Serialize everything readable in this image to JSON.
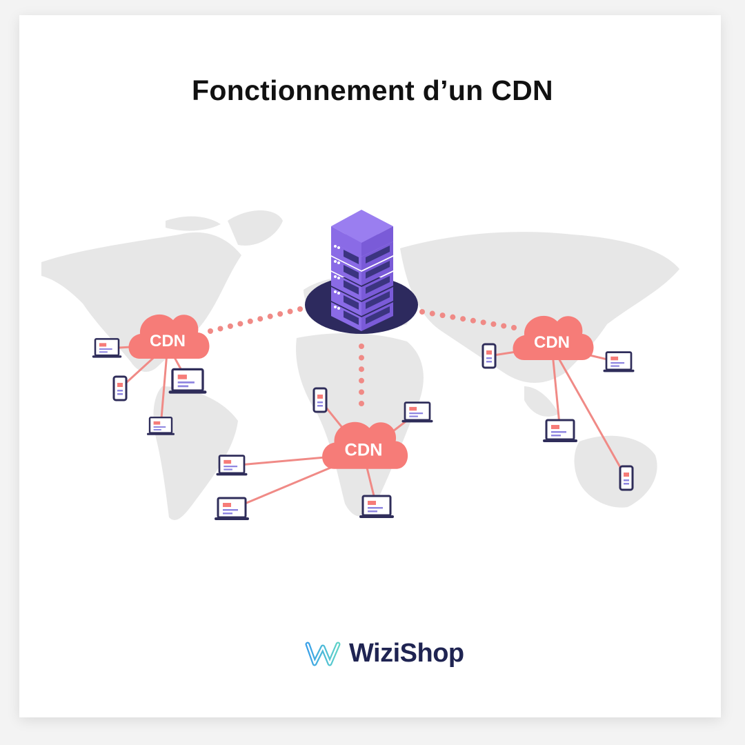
{
  "title": "Fonctionnement d’un CDN",
  "cdn_label": "CDN",
  "brand": {
    "name": "WiziShop"
  },
  "colors": {
    "cloud": "#f67c78",
    "link": "#f08a86",
    "server_purple": "#8a6be6",
    "server_dark": "#2d2a5e",
    "map": "#e7e7e7",
    "device_frame": "#2f2d5a",
    "device_bar": "#8f86e0"
  },
  "nodes": [
    {
      "name": "cdn-cloud-americas",
      "label": "CDN"
    },
    {
      "name": "cdn-cloud-africa",
      "label": "CDN"
    },
    {
      "name": "cdn-cloud-asia",
      "label": "CDN"
    }
  ]
}
